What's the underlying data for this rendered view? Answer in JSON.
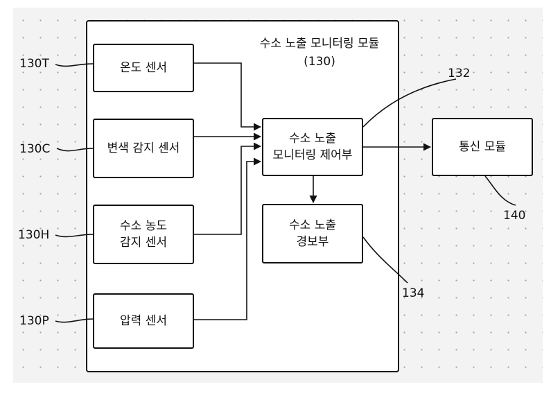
{
  "module": {
    "title": "수소 노출 모니터링 모듈",
    "code": "(130)"
  },
  "sensors": [
    {
      "label": "온도 센서",
      "ref": "130T"
    },
    {
      "label": "변색 감지 센서",
      "ref": "130C"
    },
    {
      "label": "수소 농도\n감지 센서",
      "ref": "130H"
    },
    {
      "label": "압력 센서",
      "ref": "130P"
    }
  ],
  "controller": {
    "label": "수소 노출\n모니터링 제어부",
    "ref": "132"
  },
  "alarm": {
    "label": "수소 노출\n경보부",
    "ref": "134"
  },
  "comm": {
    "label": "통신 모듈",
    "ref": "140"
  }
}
